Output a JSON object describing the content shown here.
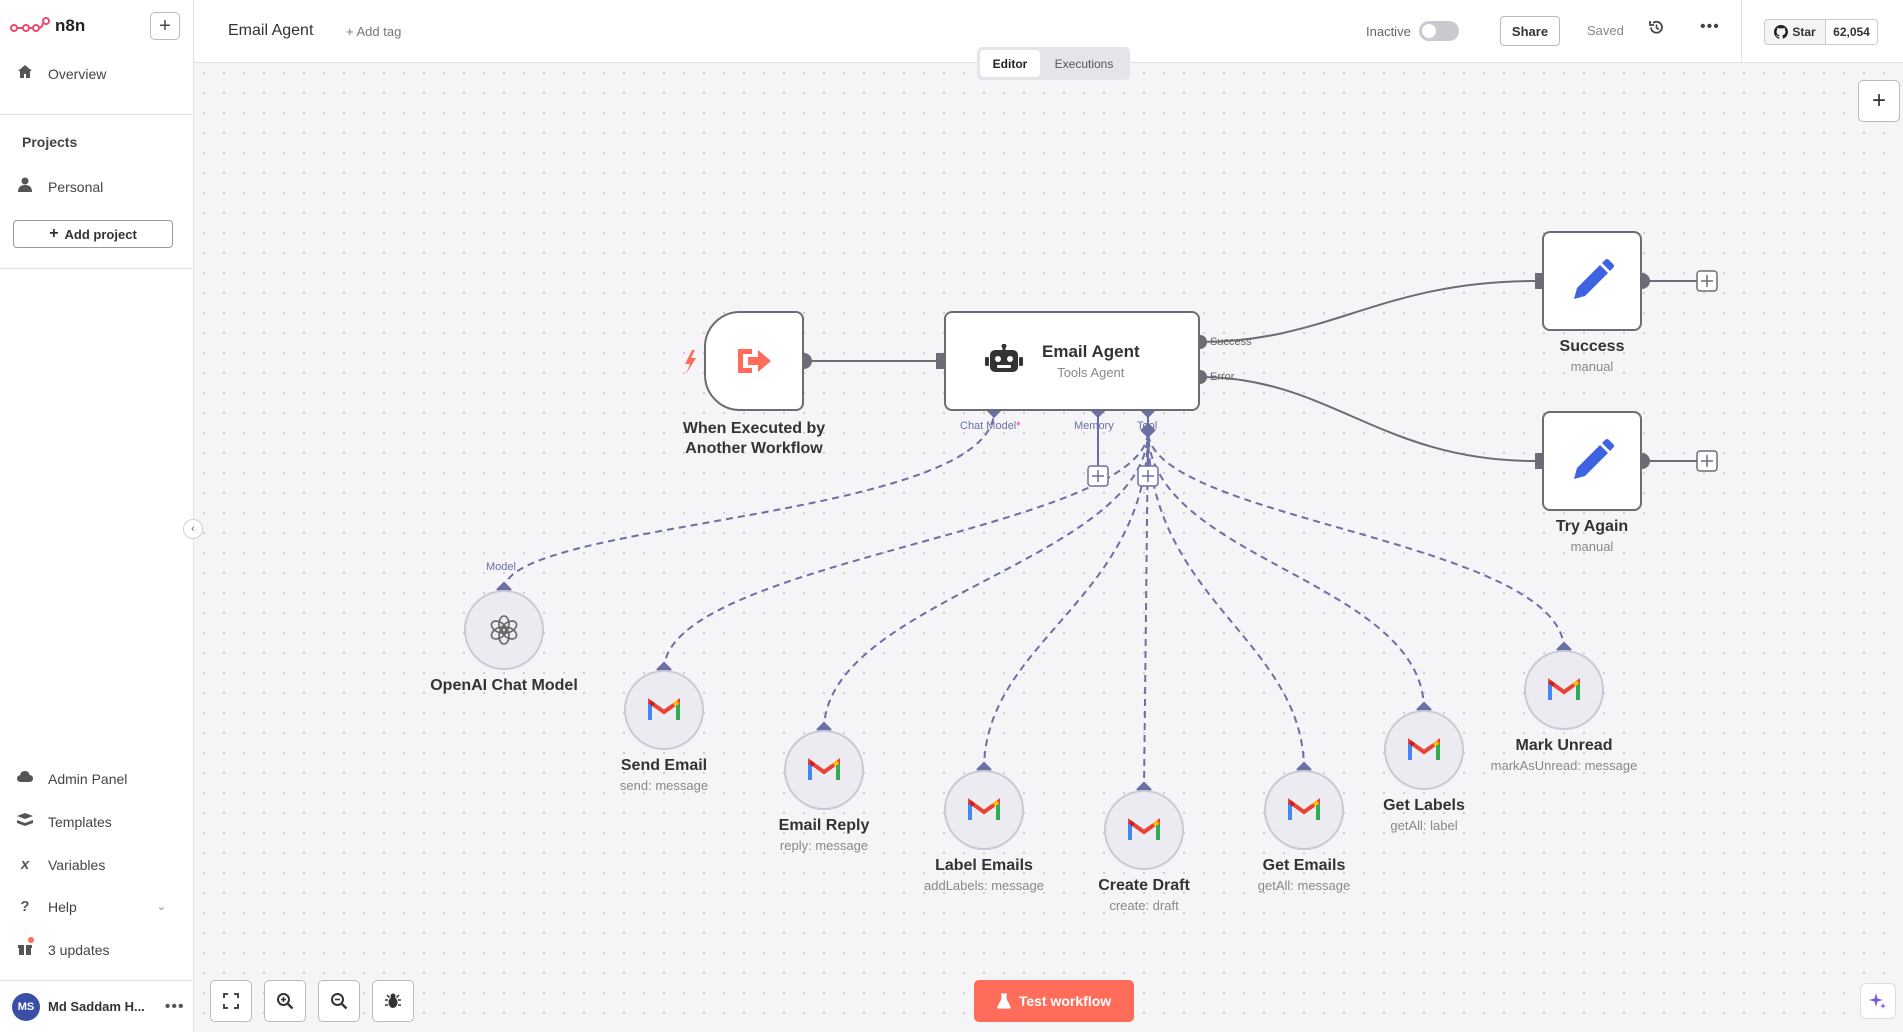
{
  "app": {
    "name": "n8n"
  },
  "sidebar": {
    "overview": "Overview",
    "projects_title": "Projects",
    "personal": "Personal",
    "add_project": "Add project",
    "bottom_items": [
      {
        "label": "Admin Panel",
        "icon": "cloud-icon"
      },
      {
        "label": "Templates",
        "icon": "templates-icon"
      },
      {
        "label": "Variables",
        "icon": "variables-icon"
      },
      {
        "label": "Help",
        "icon": "help-icon"
      },
      {
        "label": "3 updates",
        "icon": "gift-icon"
      }
    ],
    "user": {
      "initials": "MS",
      "name": "Md Saddam H..."
    }
  },
  "header": {
    "workflow_name": "Email Agent",
    "add_tag": "+ Add tag",
    "status_label": "Inactive",
    "active": false,
    "share": "Share",
    "saved": "Saved",
    "github": {
      "star": "Star",
      "count": "62,054"
    }
  },
  "tabs": {
    "editor": "Editor",
    "executions": "Executions",
    "active": "Editor"
  },
  "nodes": {
    "trigger": {
      "title": "When Executed by",
      "title2": "Another Workflow"
    },
    "agent": {
      "title": "Email Agent",
      "subtitle": "Tools Agent"
    },
    "success": {
      "title": "Success",
      "subtitle": "manual"
    },
    "retry": {
      "title": "Try Again",
      "subtitle": "manual"
    },
    "openai": {
      "title": "OpenAI Chat Model"
    },
    "send_email": {
      "title": "Send Email",
      "subtitle": "send: message"
    },
    "email_reply": {
      "title": "Email Reply",
      "subtitle": "reply: message"
    },
    "label_emails": {
      "title": "Label Emails",
      "subtitle": "addLabels: message"
    },
    "create_draft": {
      "title": "Create Draft",
      "subtitle": "create: draft"
    },
    "get_emails": {
      "title": "Get Emails",
      "subtitle": "getAll: message"
    },
    "get_labels": {
      "title": "Get Labels",
      "subtitle": "getAll: label"
    },
    "mark_unread": {
      "title": "Mark Unread",
      "subtitle": "markAsUnread: message"
    }
  },
  "ports": {
    "chat_model": "Chat Model",
    "memory": "Memory",
    "tool": "Tool",
    "model": "Model",
    "success": "Success",
    "error": "Error"
  },
  "test_button": "Test workflow",
  "colors": {
    "accent": "#ff6d5a",
    "wire": "#6b6fa3",
    "node_border": "#6b6d76",
    "pencil": "#3d63e0"
  }
}
